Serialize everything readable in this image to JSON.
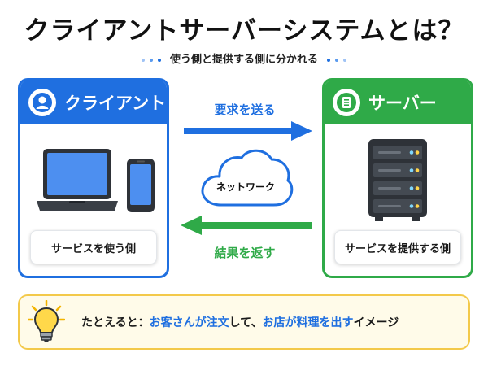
{
  "title": "クライアントサーバーシステムとは？",
  "subtitle": "使う側と提供する側に分かれる",
  "client": {
    "header": "クライアント",
    "label": "サービスを使う側"
  },
  "server": {
    "header": "サーバー",
    "label": "サービスを提供する側"
  },
  "request_label": "要求を送る",
  "response_label": "結果を返す",
  "network_label": "ネットワーク",
  "tip": {
    "prefix": "たとえると：",
    "part1": "お客さんが注文",
    "part2": "して、",
    "part3": "お店が料理を出す",
    "part4": "イメージ"
  },
  "colors": {
    "client_blue": "#1f6fe0",
    "server_green": "#2faa48",
    "tip_border": "#f3c94a"
  },
  "icons": [
    "user-icon",
    "server-icon",
    "laptop-icon",
    "smartphone-icon",
    "server-rack-icon",
    "cloud-icon",
    "lightbulb-icon"
  ]
}
